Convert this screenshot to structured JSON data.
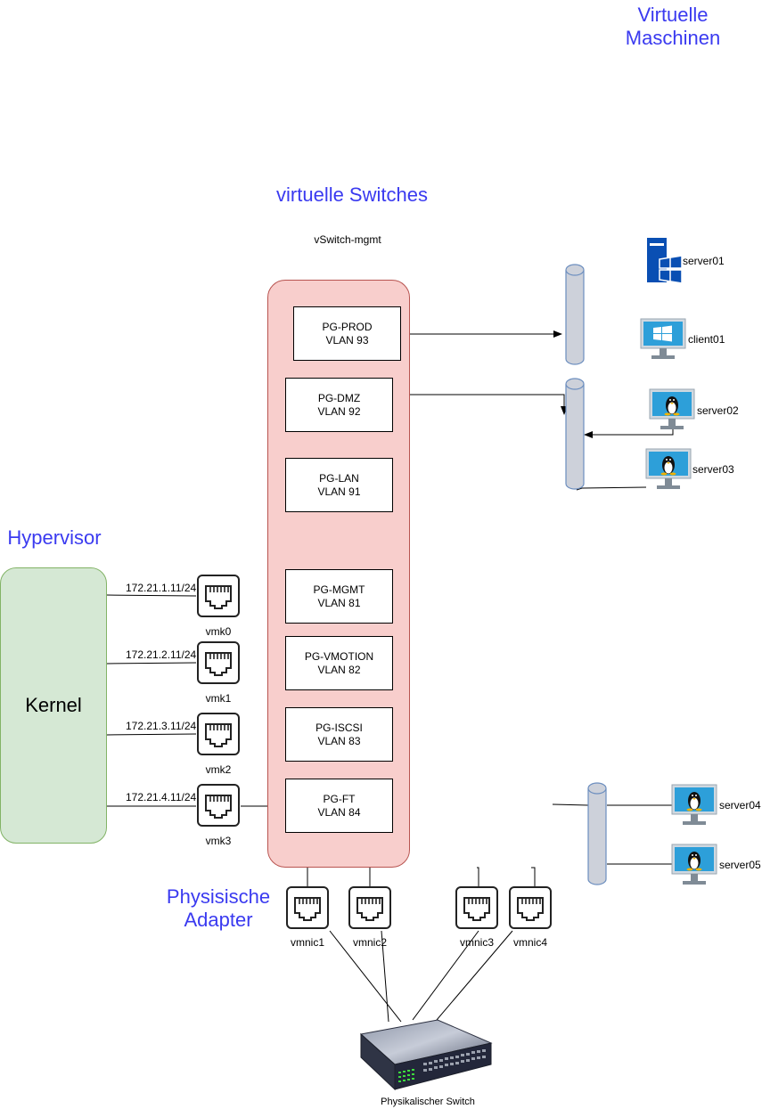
{
  "headings": {
    "virtual_machines_line1": "Virtuelle",
    "virtual_machines_line2": "Maschinen",
    "virtual_switches": "virtuelle Switches",
    "hypervisor": "Hypervisor",
    "physical_adapters_line1": "Physisische",
    "physical_adapters_line2": "Adapter"
  },
  "vswitch": {
    "name": "vSwitch-mgmt"
  },
  "kernel": {
    "label": "Kernel"
  },
  "port_groups": [
    {
      "name": "PG-PROD",
      "vlan": "VLAN 93"
    },
    {
      "name": "PG-DMZ",
      "vlan": "VLAN 92"
    },
    {
      "name": "PG-LAN",
      "vlan": "VLAN 91"
    },
    {
      "name": "PG-MGMT",
      "vlan": "VLAN 81"
    },
    {
      "name": "PG-VMOTION",
      "vlan": "VLAN 82"
    },
    {
      "name": "PG-ISCSI",
      "vlan": "VLAN 83"
    },
    {
      "name": "PG-FT",
      "vlan": "VLAN 84"
    }
  ],
  "vmkernel_ports": [
    {
      "name": "vmk0",
      "ip": "172.21.1.11/24"
    },
    {
      "name": "vmk1",
      "ip": "172.21.2.11/24"
    },
    {
      "name": "vmk2",
      "ip": "172.21.3.11/24"
    },
    {
      "name": "vmk3",
      "ip": "172.21.4.11/24"
    }
  ],
  "vmnics": [
    {
      "name": "vmnic1"
    },
    {
      "name": "vmnic2"
    },
    {
      "name": "vmnic3"
    },
    {
      "name": "vmnic4"
    }
  ],
  "virtual_machines": [
    {
      "name": "server01",
      "icon": "windows-server-icon"
    },
    {
      "name": "client01",
      "icon": "windows-client-icon"
    },
    {
      "name": "server02",
      "icon": "linux-monitor-icon"
    },
    {
      "name": "server03",
      "icon": "linux-monitor-icon"
    },
    {
      "name": "server04",
      "icon": "linux-monitor-icon"
    },
    {
      "name": "server05",
      "icon": "linux-monitor-icon"
    }
  ],
  "physical_switch": {
    "label": "Physikalischer Switch"
  },
  "colors": {
    "heading": "#3a3af0",
    "vswitch_fill": "#f8cecc",
    "vswitch_border": "#b85450",
    "kernel_fill": "#d5e8d4",
    "kernel_border": "#82b366",
    "segment_fill": "#cdd1da",
    "segment_border": "#6c8ebf",
    "monitor_screen": "#2d9fd9",
    "windows_blue": "#0a4fb3"
  }
}
